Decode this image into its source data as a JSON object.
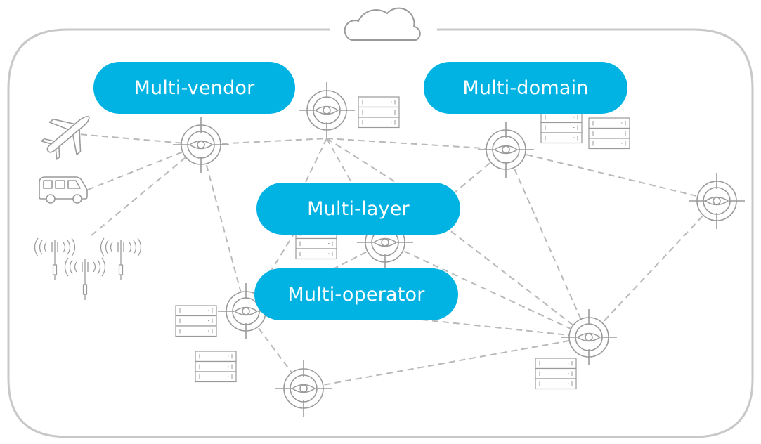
{
  "colors": {
    "frame": "#c8c8c8",
    "links": "#b9b9b9",
    "icons": "#9a9a9a",
    "pill_fill": "#00b3e3",
    "pill_text": "#ffffff"
  },
  "labels": {
    "vendor": "Multi-vendor",
    "domain": "Multi-domain",
    "layer": "Multi-layer",
    "operator": "Multi-operator"
  },
  "icons": {
    "top": "cloud-icon",
    "node": "crosshair-eye-node-icon",
    "server": "server-rack-icon",
    "plane": "airplane-icon",
    "van": "van-icon",
    "antenna": "cell-tower-antenna-icon"
  }
}
